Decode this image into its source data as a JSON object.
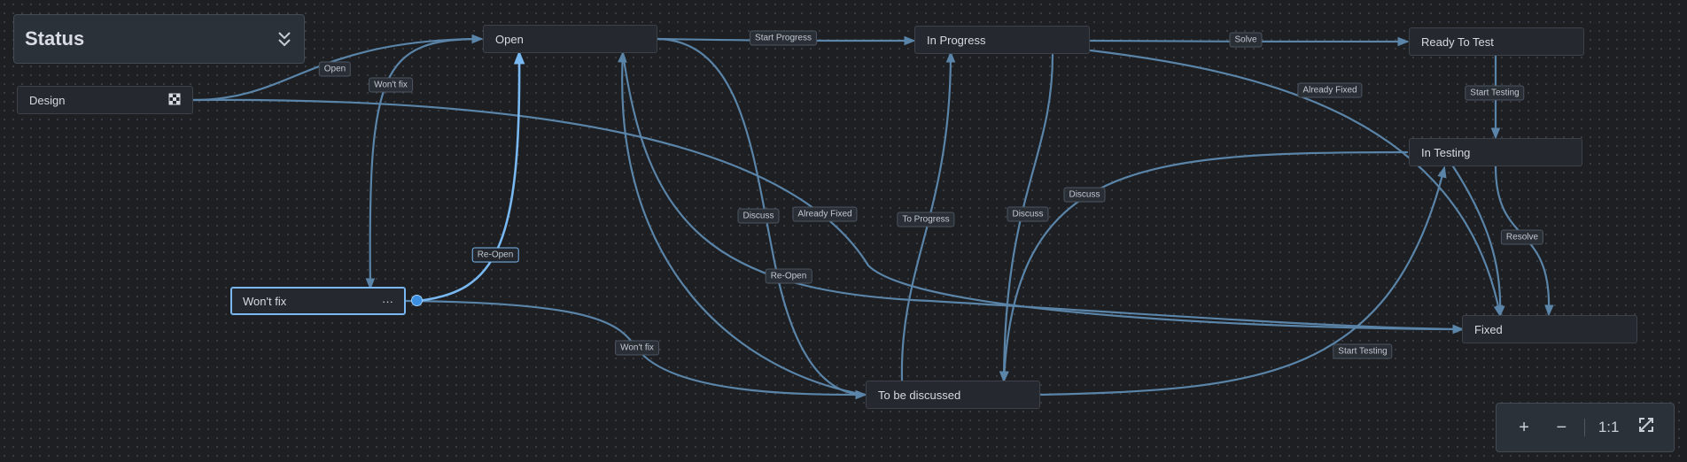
{
  "panel": {
    "title": "Status"
  },
  "nodes": {
    "design": {
      "label": "Design",
      "icon": "checkered-flag-icon"
    },
    "open": {
      "label": "Open"
    },
    "in_progress": {
      "label": "In Progress"
    },
    "ready_to_test": {
      "label": "Ready To Test"
    },
    "in_testing": {
      "label": "In Testing"
    },
    "wont_fix": {
      "label": "Won't fix",
      "menu": "···"
    },
    "fixed": {
      "label": "Fixed"
    },
    "to_be_discussed": {
      "label": "To be discussed"
    }
  },
  "transitions": {
    "open": "Open",
    "wont_fix_1": "Won't fix",
    "start_progress": "Start Progress",
    "solve": "Solve",
    "already_fixed_1": "Already Fixed",
    "start_testing_1": "Start Testing",
    "re_open_1": "Re-Open",
    "discuss_1": "Discuss",
    "already_fixed_2": "Already Fixed",
    "to_progress": "To Progress",
    "discuss_2": "Discuss",
    "discuss_3": "Discuss",
    "re_open_2": "Re-Open",
    "resolve": "Resolve",
    "wont_fix_2": "Won't fix",
    "start_testing_2": "Start Testing"
  },
  "zoom": {
    "zoom_in": "+",
    "zoom_out": "−",
    "ratio": "1:1"
  },
  "colors": {
    "edge": "#5a84a8",
    "edge_highlight": "#79b8f0",
    "background": "#1d1f23"
  }
}
